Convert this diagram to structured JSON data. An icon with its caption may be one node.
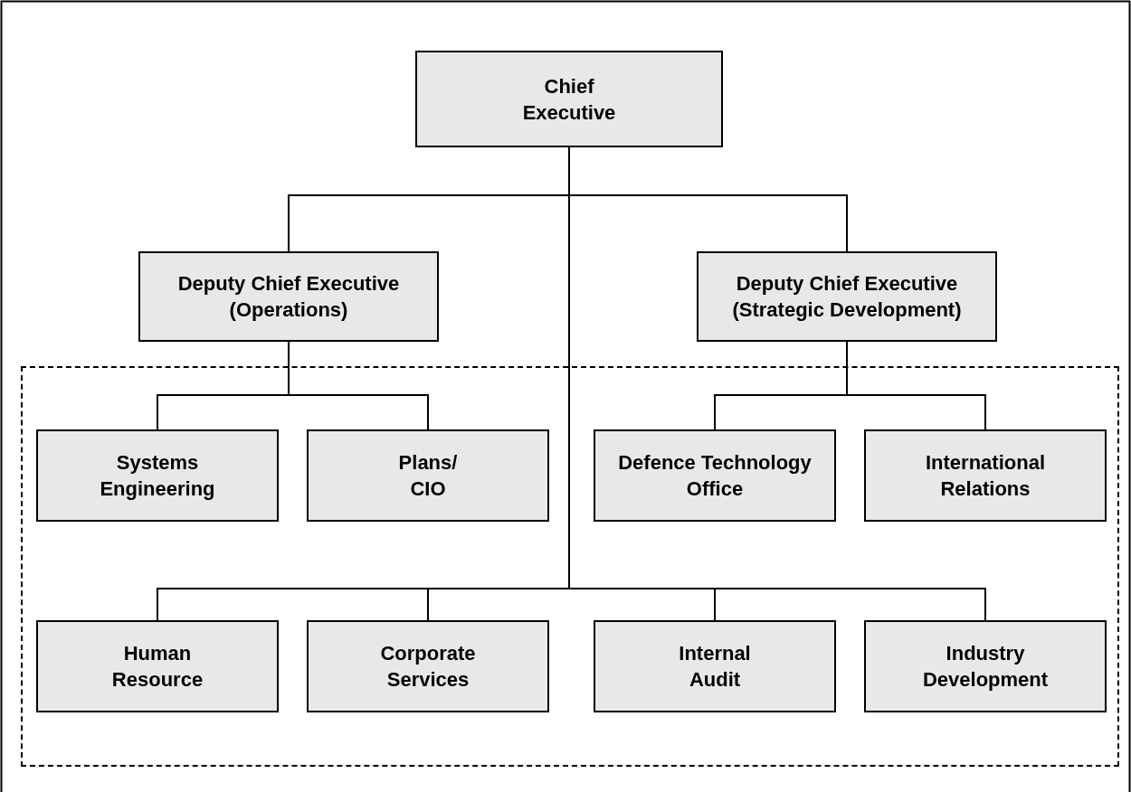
{
  "diagram": {
    "nodes": [
      {
        "text": [
          "Chief Executive"
        ]
      },
      {
        "text": [
          "Deputy Chief Executive (Operations)"
        ]
      },
      {
        "text": [
          "Deputy Chief Executive (Strategic Development)"
        ]
      },
      {
        "text": [],
        "shape": "box"
      },
      {
        "text": [
          "Systems Engineering"
        ],
        "in": 3
      },
      {
        "text": [
          "Plans/ CIO"
        ],
        "in": 3
      },
      {
        "text": [
          "Defence Technology Office"
        ],
        "in": 3
      },
      {
        "text": [
          "International Relations"
        ],
        "in": 3
      },
      {
        "text": [
          "Human Resource"
        ],
        "in": 3
      },
      {
        "text": [
          "Corporate Services"
        ],
        "in": 3
      },
      {
        "text": [
          "Internal Audit"
        ],
        "in": 3
      },
      {
        "text": [
          "Industry Development"
        ],
        "in": 3
      }
    ],
    "edges": [
      {
        "from": 0,
        "to": 1,
        "arrow": "none"
      },
      {
        "from": 0,
        "to": 2,
        "arrow": "none"
      },
      {
        "from": 1,
        "to": 4,
        "arrow": "none"
      },
      {
        "from": 1,
        "to": 5,
        "arrow": "none"
      },
      {
        "from": 2,
        "to": 6,
        "arrow": "none"
      },
      {
        "from": 2,
        "to": 7,
        "arrow": "none"
      },
      {
        "from": 0,
        "to": 8,
        "arrow": "none"
      },
      {
        "from": 0,
        "to": 9,
        "arrow": "none"
      },
      {
        "from": 0,
        "to": 10,
        "arrow": "none"
      },
      {
        "from": 0,
        "to": 11,
        "arrow": "none"
      }
    ]
  }
}
